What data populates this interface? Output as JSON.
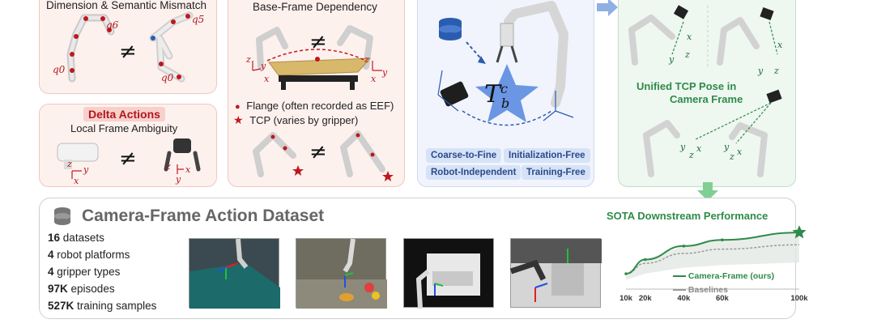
{
  "panel1": {
    "title": "Dimension & Semantic Mismatch",
    "joint_labels": [
      "q6",
      "q0",
      "q5",
      "q0"
    ],
    "neq": "≠"
  },
  "panel2": {
    "highlight": "Delta Actions",
    "subtitle": "Local Frame Ambiguity",
    "neq": "≠",
    "axes": [
      "z",
      "y",
      "x",
      "z",
      "y",
      "x"
    ]
  },
  "panel3": {
    "title": "Base-Frame Dependency",
    "neq": "≠",
    "axes": [
      "z",
      "y",
      "x",
      "z",
      "y",
      "x"
    ],
    "legend": [
      {
        "symbol": "●",
        "text": "Flange (often recorded as EEF)",
        "color": "#c0161e"
      },
      {
        "symbol": "★",
        "text": "TCP (varies by gripper)",
        "color": "#c0161e"
      }
    ]
  },
  "panel4": {
    "formula_main": "T",
    "formula_sup": "c",
    "formula_sub": "b",
    "tags": [
      "Coarse-to-Fine",
      "Initialization-Free",
      "Robot-Independent",
      "Training-Free"
    ]
  },
  "panel5": {
    "title_line1": "Unified TCP Pose in",
    "title_line2": "Camera Frame",
    "axes": [
      "x",
      "y",
      "z",
      "x",
      "y",
      "z",
      "y",
      "x",
      "z",
      "y",
      "x",
      "z"
    ]
  },
  "dataset": {
    "title": "Camera-Frame Action Dataset",
    "stats": [
      {
        "num": "16",
        "text": "datasets"
      },
      {
        "num": "4",
        "text": "robot platforms"
      },
      {
        "num": "4",
        "text": "gripper types"
      },
      {
        "num": "97K",
        "text": "episodes"
      },
      {
        "num": "527K",
        "text": "training samples"
      }
    ]
  },
  "chart_data": {
    "type": "line",
    "title": "SOTA Downstream Performance",
    "x_tick_labels": [
      "10k",
      "20k",
      "40k",
      "60k",
      "100k"
    ],
    "x": [
      10,
      20,
      40,
      60,
      100
    ],
    "xlim": [
      10,
      100
    ],
    "ylim": [
      0,
      1
    ],
    "series": [
      {
        "name": "Camera-Frame (ours)",
        "color": "#2e8b4a",
        "values": [
          0.25,
          0.48,
          0.7,
          0.8,
          0.92
        ]
      },
      {
        "name": "Baselines",
        "color": "#9a9a9a",
        "values": [
          0.25,
          0.42,
          0.58,
          0.65,
          0.72
        ]
      }
    ]
  },
  "colors": {
    "accent_green": "#2e8b4a",
    "accent_red": "#c0161e",
    "accent_blue": "#2b4a8a"
  }
}
